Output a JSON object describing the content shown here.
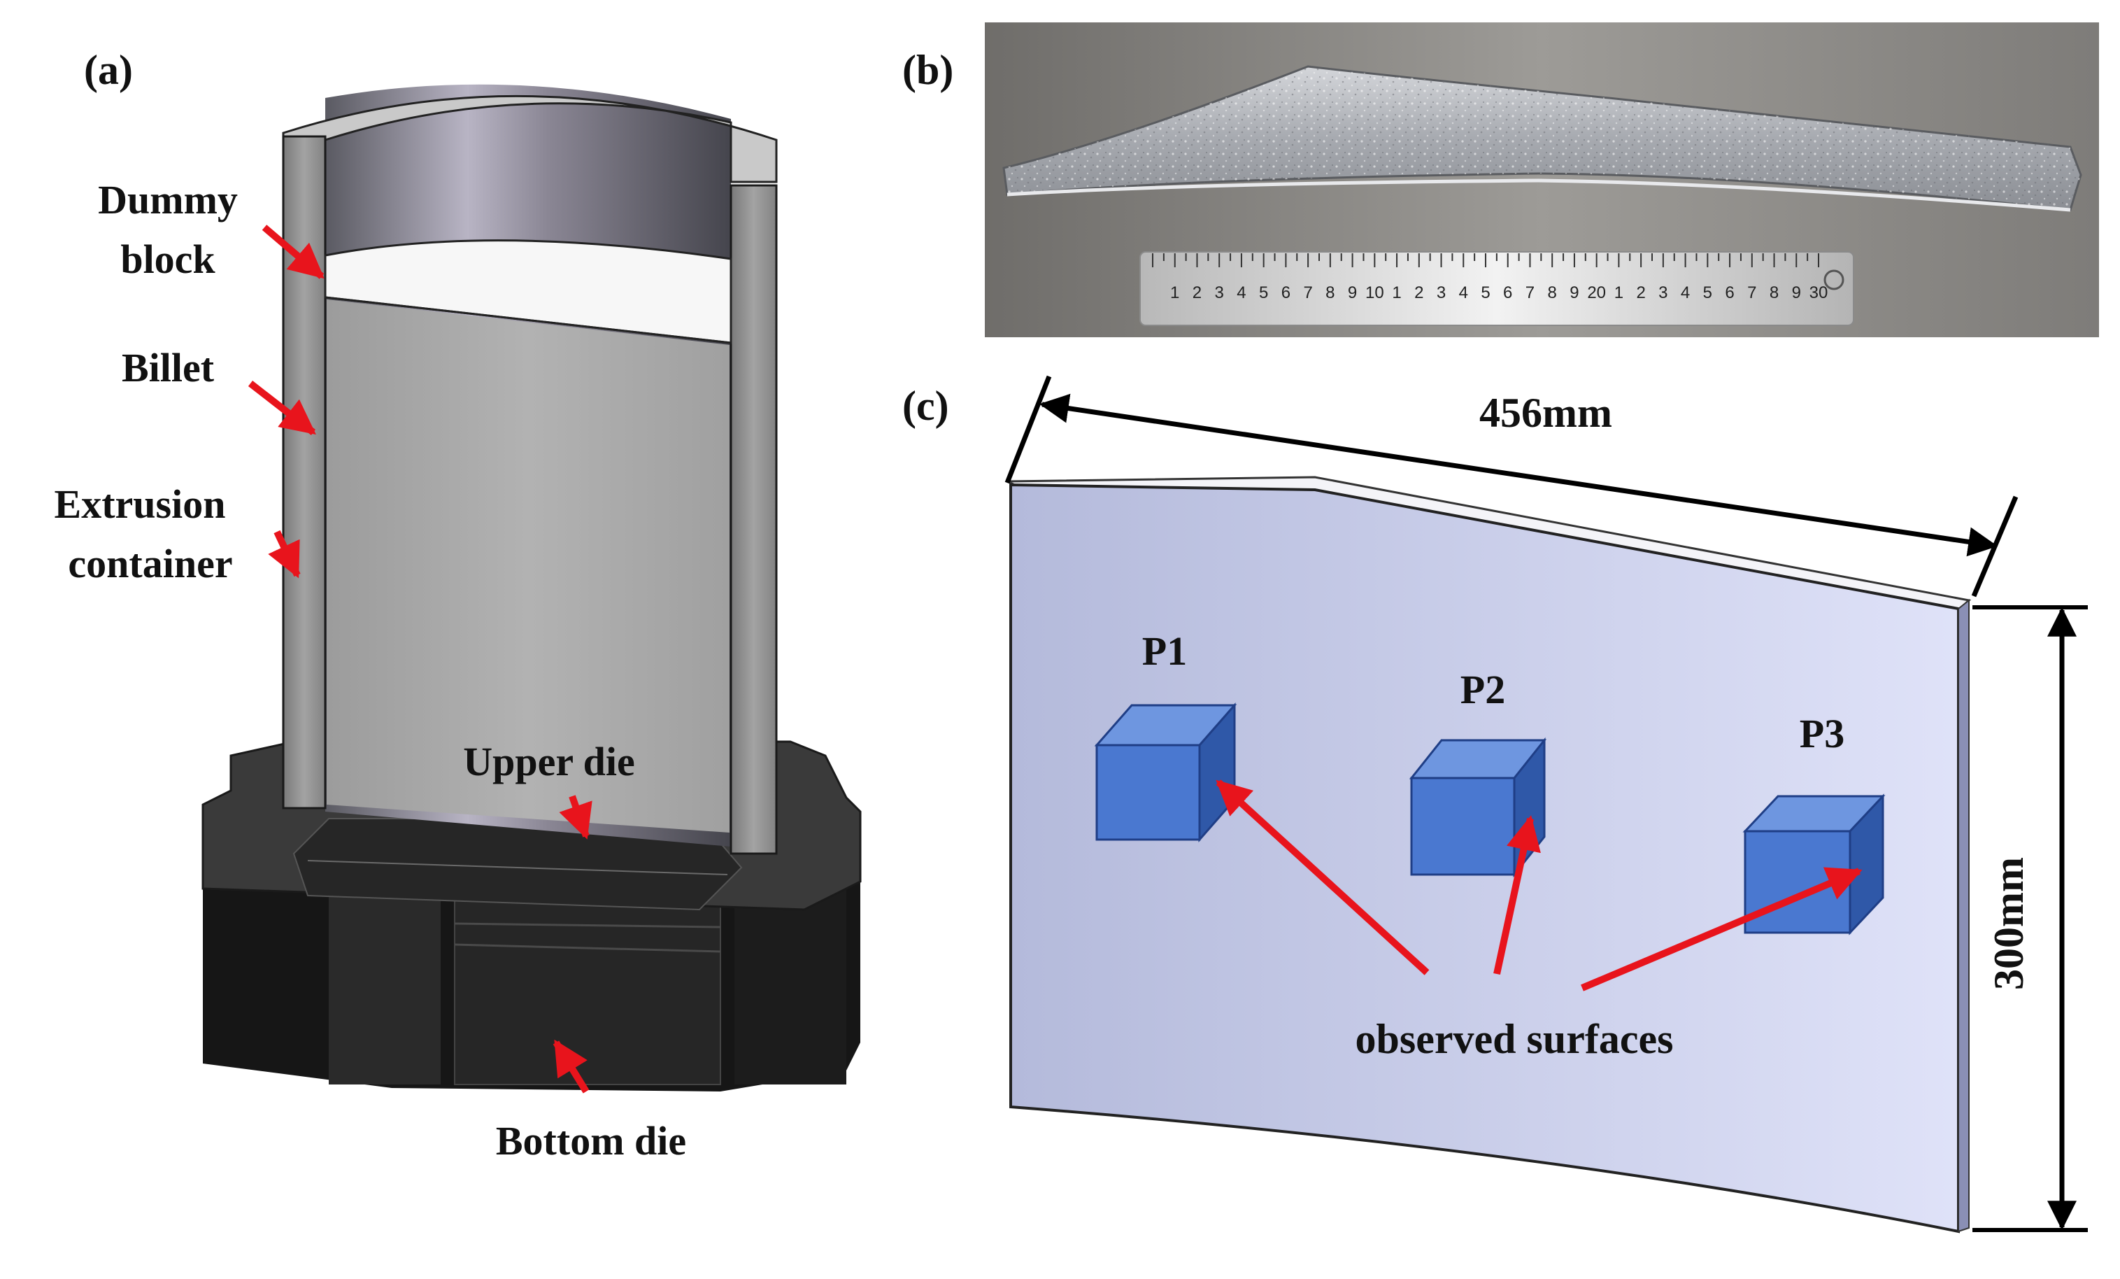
{
  "panels": {
    "a": {
      "tag": "(a)",
      "labels": {
        "dummy_block_line1": "Dummy",
        "dummy_block_line2": "block",
        "billet": "Billet",
        "container_line1": "Extrusion",
        "container_line2": "container",
        "upper_die": "Upper die",
        "bottom_die": "Bottom die"
      }
    },
    "b": {
      "tag": "(b)",
      "ruler_numbers": [
        "1",
        "2",
        "3",
        "4",
        "5",
        "6",
        "7",
        "8",
        "9",
        "10",
        "1",
        "2",
        "3",
        "4",
        "5",
        "6",
        "7",
        "8",
        "9",
        "20",
        "1",
        "2",
        "3",
        "4",
        "5",
        "6",
        "7",
        "8",
        "9",
        "30"
      ]
    },
    "c": {
      "tag": "(c)",
      "width_dim": "456mm",
      "height_dim": "300mm",
      "points": [
        "P1",
        "P2",
        "P3"
      ],
      "observed_label": "observed surfaces"
    }
  },
  "colors": {
    "arrow": "#e8141c",
    "plate_left": "#b6bcdc",
    "plate_right": "#dde0f6",
    "cube_front": "#4a78d0",
    "cube_top": "#6e96e0",
    "cube_side": "#2f58a8",
    "billet": "#a6a6a6",
    "container_wall": "#8c8c8c",
    "die_dark": "#202020"
  }
}
